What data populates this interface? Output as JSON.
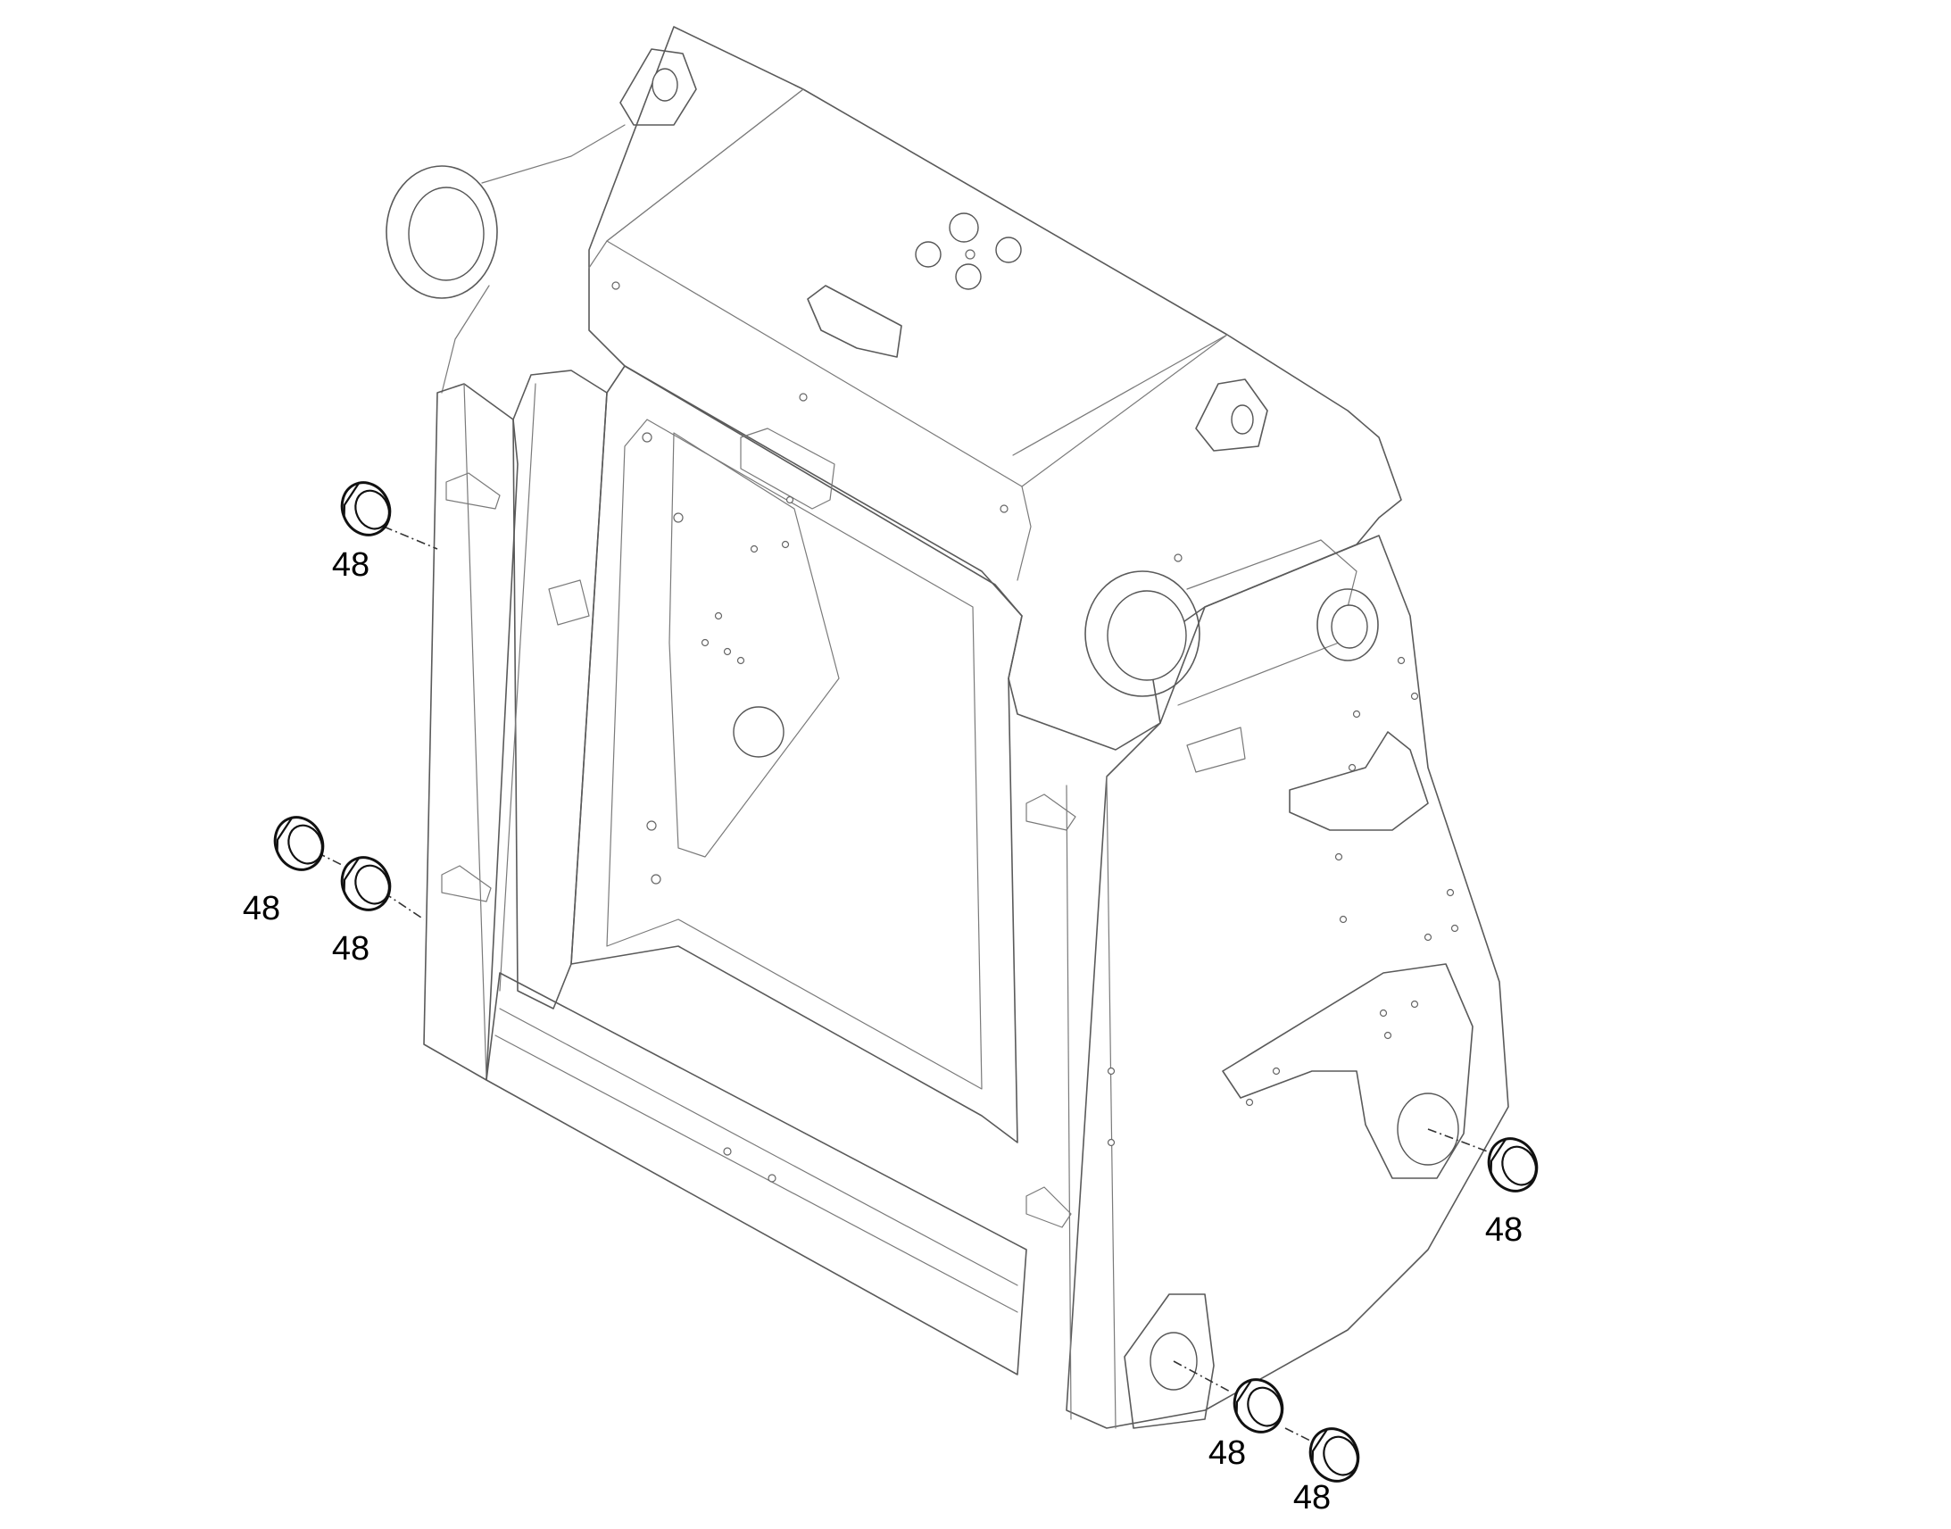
{
  "diagram": {
    "callouts": [
      {
        "id": "bushing-upper-left",
        "label": "48"
      },
      {
        "id": "bushing-mid-left-outer",
        "label": "48"
      },
      {
        "id": "bushing-mid-left-inner",
        "label": "48"
      },
      {
        "id": "bushing-right-pivot",
        "label": "48"
      },
      {
        "id": "bushing-bottom-inner",
        "label": "48"
      },
      {
        "id": "bushing-bottom-outer",
        "label": "48"
      }
    ]
  }
}
